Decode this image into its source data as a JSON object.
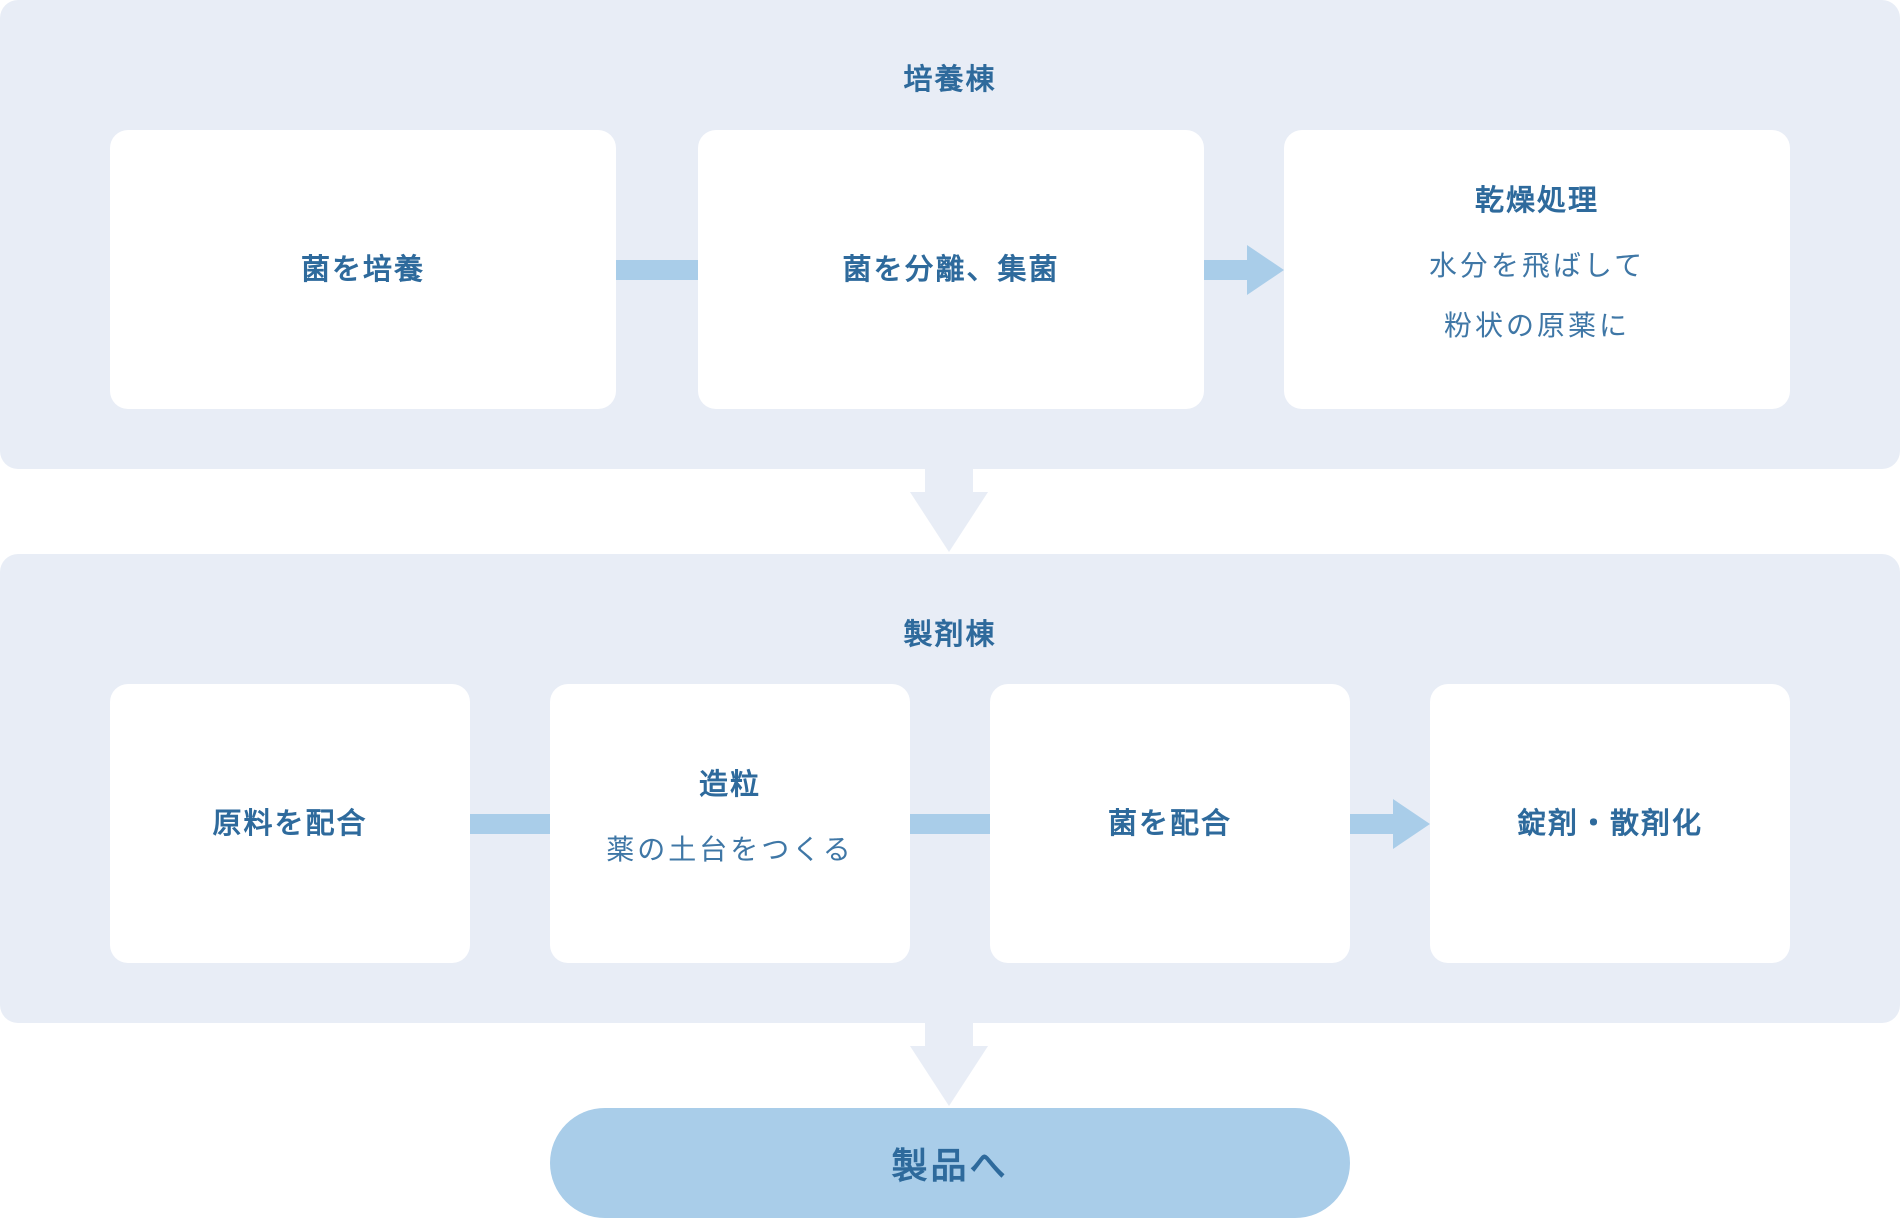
{
  "culture_building": {
    "title": "培養棟",
    "steps": [
      {
        "label": "菌を培養"
      },
      {
        "label": "菌を分離、集菌"
      },
      {
        "label": "乾燥処理",
        "notes": [
          "水分を飛ばして",
          "粉状の原薬に"
        ]
      }
    ]
  },
  "formulation_building": {
    "title": "製剤棟",
    "steps": [
      {
        "label": "原料を配合"
      },
      {
        "label": "造粒",
        "notes": [
          "薬の土台をつくる"
        ]
      },
      {
        "label": "菌を配合"
      },
      {
        "label": "錠剤・散剤化"
      }
    ]
  },
  "final": {
    "label": "製品へ"
  },
  "colors": {
    "section_bg": "#e8edf6",
    "box_bg": "#ffffff",
    "accent": "#a9cde9",
    "text": "#2e6a9c"
  }
}
